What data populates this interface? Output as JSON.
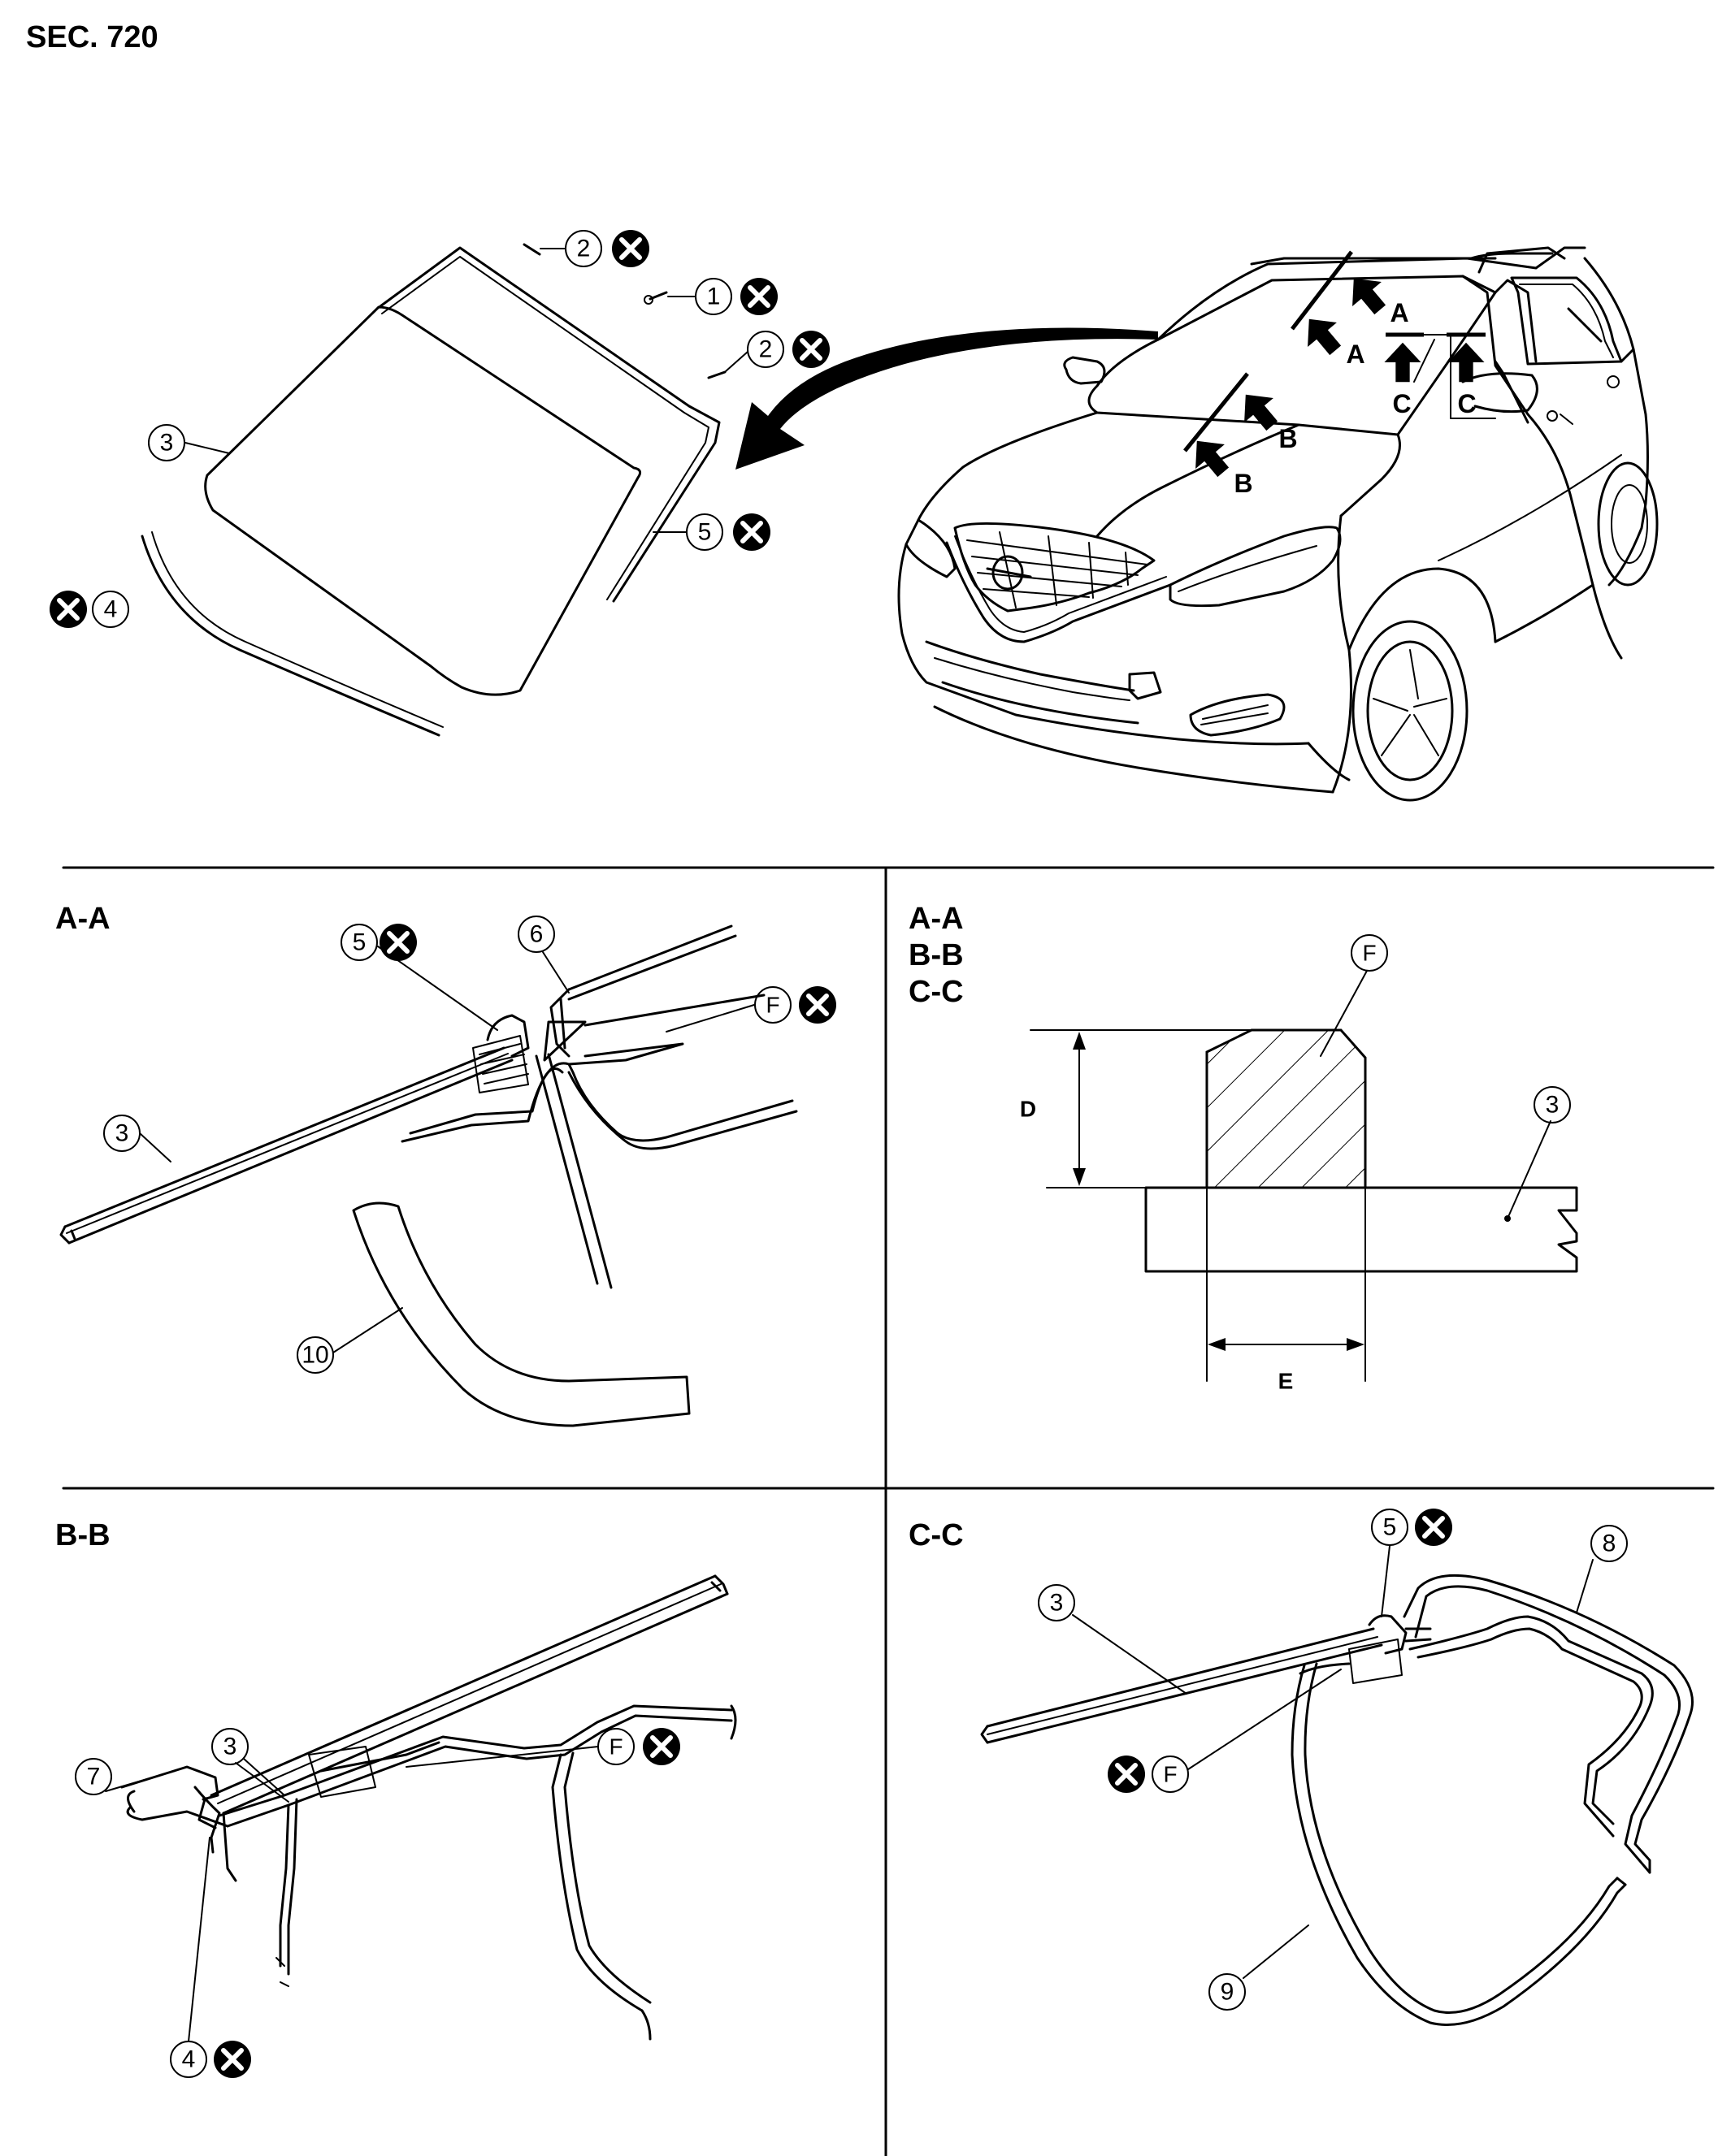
{
  "section_label": "SEC. 720",
  "panels": {
    "a_a": "A-A",
    "detail_lines": [
      "A-A",
      "B-B",
      "C-C"
    ],
    "b_b": "B-B",
    "c_c": "C-C"
  },
  "callouts": {
    "n1": "1",
    "n2": "2",
    "n3": "3",
    "n4": "4",
    "n5": "5",
    "n6": "6",
    "n7": "7",
    "n8": "8",
    "n9": "9",
    "n10": "10",
    "f": "F"
  },
  "section_marks": {
    "a": "A",
    "b": "B",
    "c": "C"
  },
  "dimensions": {
    "d": "D",
    "e": "E"
  },
  "icons": {
    "do_not_reuse": "x-circle-icon",
    "view_arrow": "arrow-icon"
  }
}
